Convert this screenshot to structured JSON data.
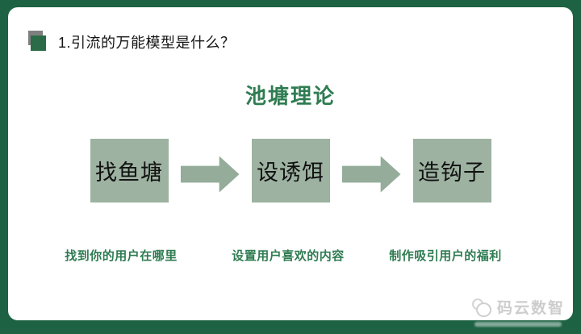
{
  "header": {
    "title": "1.引流的万能模型是什么？"
  },
  "main_title": "池塘理论",
  "steps": [
    {
      "label": "找鱼塘",
      "description": "找到你的用户在哪里"
    },
    {
      "label": "设诱饵",
      "description": "设置用户喜欢的内容"
    },
    {
      "label": "造钩子",
      "description": "制作吸引用户的福利"
    }
  ],
  "watermark": {
    "brand": "码云数智",
    "logo_icon": "cloud-bubbles-icon"
  },
  "colors": {
    "frame_green": "#1E6244",
    "node_fill": "#9DB2A1",
    "arrow_fill": "#94AC99",
    "accent_text_green": "#2F7C52",
    "watermark_gray": "#C5C5C5"
  }
}
